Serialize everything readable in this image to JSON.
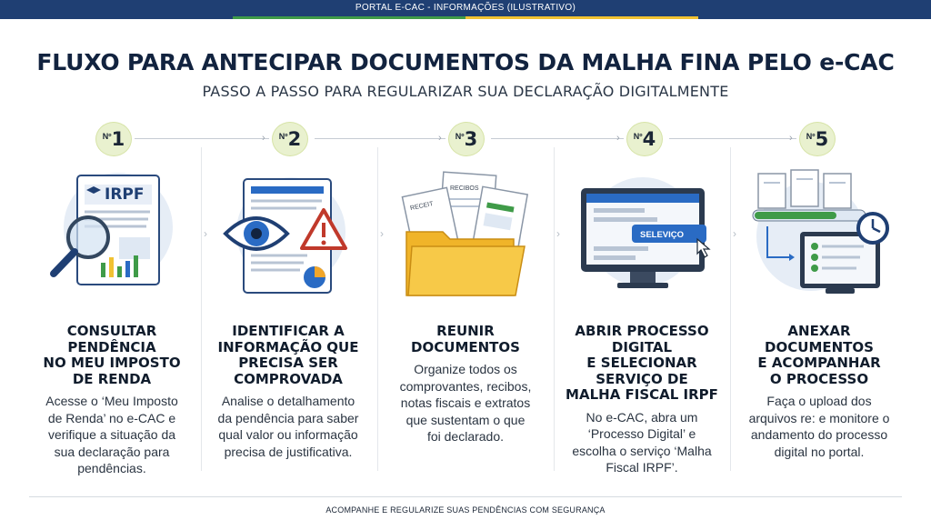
{
  "banner": {
    "label": "PORTAL E-CAC - INFORMAÇÕES (ILUSTRATIVO)"
  },
  "colors": {
    "navy": "#1f3f73",
    "green": "#3f9b48",
    "yellow": "#f1c232",
    "badge_bg": "#e9f1cf"
  },
  "title": "FLUXO PARA ANTECIPAR DOCUMENTOS DA MALHA FINA PELO e-CAC",
  "subtitle": "PASSO A PASSO PARA REGULARIZAR SUA DECLARAÇÃO DIGITALMENTE",
  "badge_prefix": "Nº",
  "steps": [
    {
      "number": "1",
      "icon": "irpf-document-magnifier-icon",
      "illustration_text": "IRPF",
      "heading": "CONSULTAR\nPENDÊNCIA\nNO MEU IMPOSTO\nDE RENDA",
      "description": "Acesse o ‘Meu Imposto\nde Renda’ no e-CAC e\nverifique a situação da\nsua declaração para\npendências."
    },
    {
      "number": "2",
      "icon": "eye-warning-document-icon",
      "illustration_text": "",
      "heading": "IDENTIFICAR A\nINFORMAÇÃO QUE\nPRECISA SER\nCOMPROVADA",
      "description": "Analise o detalhamento\nda pendência para saber\nqual valor ou informação\nprecisa de justificativa."
    },
    {
      "number": "3",
      "icon": "folder-receipts-icon",
      "illustration_text": "RECIBOS",
      "illustration_text_2": "RECEIT",
      "heading": "REUNIR\nDOCUMENTOS",
      "description": "Organize todos os\ncomprovantes, recibos,\nnotas fiscais e extratos\nque sustentam o que\nfoi declarado."
    },
    {
      "number": "4",
      "icon": "monitor-select-service-icon",
      "illustration_text": "SELEVIÇO",
      "heading": "ABRIR PROCESSO\nDIGITAL\nE SELECIONAR\nSERVIÇO DE\nMALHA FISCAL IRPF",
      "description": "No e-CAC, abra um\n‘Processo Digital’ e\nescolha o serviço ‘Malha\nFiscal IRPF’."
    },
    {
      "number": "5",
      "icon": "upload-progress-clock-icon",
      "illustration_text": "",
      "heading": "ANEXAR\nDOCUMENTOS\nE ACOMPANHAR\nO PROCESSO",
      "description": "Faça o upload dos\narquivos re: e monitore o\nandamento do processo\ndigital no portal."
    }
  ],
  "footer": "ACOMPANHE E REGULARIZE SUAS PENDÊNCIAS COM SEGURANÇA"
}
